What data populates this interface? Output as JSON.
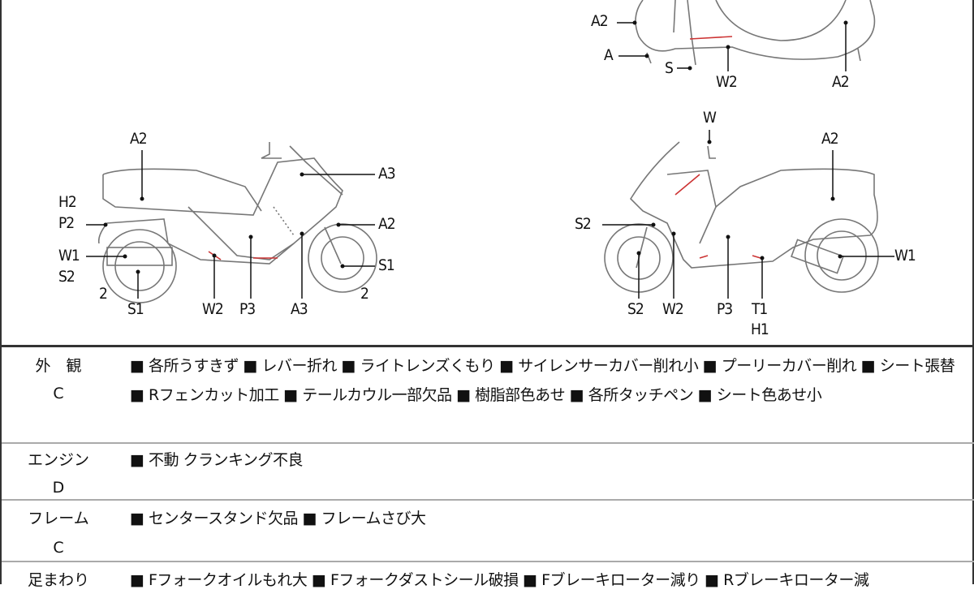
{
  "diagram": {
    "top_view": [
      "A2",
      "A",
      "S",
      "W2",
      "A2"
    ],
    "left_view": [
      "A2",
      "H2",
      "P2",
      "W1",
      "S2",
      "2",
      "S1",
      "W2",
      "P3",
      "A3",
      "A3",
      "A2",
      "S1",
      "2"
    ],
    "right_view": [
      "W",
      "A2",
      "S2",
      "W1",
      "S2",
      "W2",
      "P3",
      "T1",
      "H1"
    ]
  },
  "rows": [
    {
      "category": "外　観",
      "grade": "C",
      "items": "■ 各所うすきず ■ レバー折れ ■ ライトレンズくもり ■ サイレンサーカバー削れ小 ■ プーリーカバー削れ ■ シート張替 ■ Rフェンカット加工 ■ テールカウル一部欠品 ■ 樹脂部色あせ ■ 各所タッチペン ■ シート色あせ小"
    },
    {
      "category": "エンジン",
      "grade": "D",
      "items": "■ 不動 クランキング不良"
    },
    {
      "category": "フレーム",
      "grade": "C",
      "items": "■ センタースタンド欠品 ■ フレームさび大"
    },
    {
      "category": "足まわり",
      "grade": "",
      "items": "■ Fフォークオイルもれ大 ■ Fフォークダストシール破損 ■ Fブレーキローター減り ■ Rブレーキローター減"
    }
  ]
}
